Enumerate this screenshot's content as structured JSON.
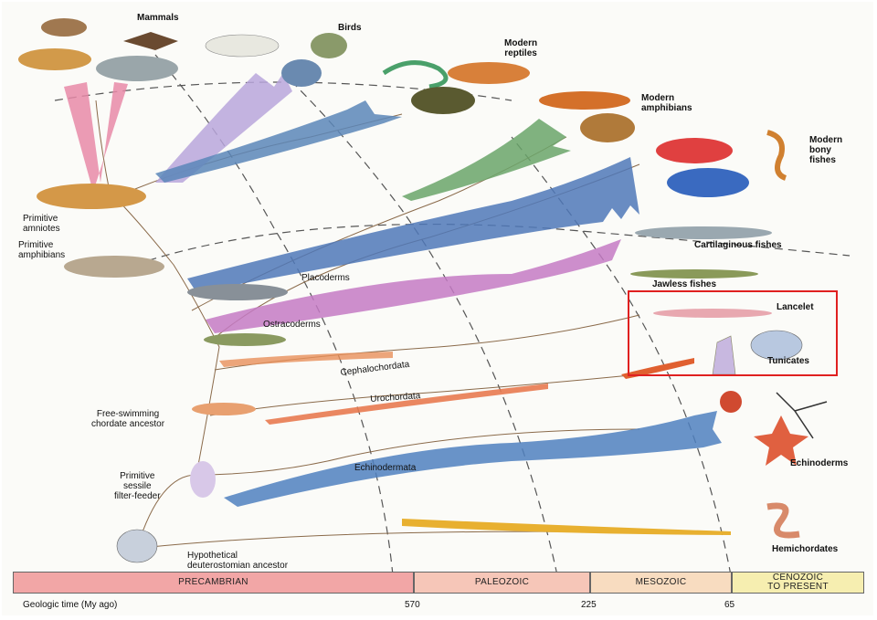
{
  "labels": {
    "mammals": "Mammals",
    "birds": "Birds",
    "modern_reptiles": "Modern\nreptiles",
    "modern_amphibians": "Modern\namphibians",
    "modern_bony_fishes": "Modern\nbony\nfishes",
    "cartilaginous_fishes": "Cartilaginous fishes",
    "jawless_fishes": "Jawless fishes",
    "lancelet": "Lancelet",
    "tunicates": "Tunicates",
    "echinoderms": "Echinoderms",
    "hemichordates": "Hemichordates",
    "primitive_amniotes": "Primitive\namniotes",
    "primitive_amphibians": "Primitive\namphibians",
    "placoderms": "Placoderms",
    "ostracoderms": "Ostracoderms",
    "cephalochordata": "Cephalochordata",
    "urochordata": "Urochordata",
    "free_swimming": "Free-swimming\nchordate ancestor",
    "primitive_sessile": "Primitive\nsessile\nfilter-feeder",
    "echinodermata": "Echinodermata",
    "hypothetical": "Hypothetical\ndeuterostomian ancestor"
  },
  "eras": {
    "precambrian": "PRECAMBRIAN",
    "paleozoic": "PALEOZOIC",
    "mesozoic": "MESOZOIC",
    "cenozoic": "CENOZOIC\nTO PRESENT"
  },
  "timeline": {
    "caption": "Geologic time (My ago)",
    "t570": "570",
    "t225": "225",
    "t65": "65"
  },
  "colors": {
    "highlight": "#e02020",
    "precambrian": "#f2a6a6",
    "paleozoic": "#f6c6b8",
    "mesozoic": "#f8dcc0",
    "cenozoic": "#f6eeb0"
  }
}
